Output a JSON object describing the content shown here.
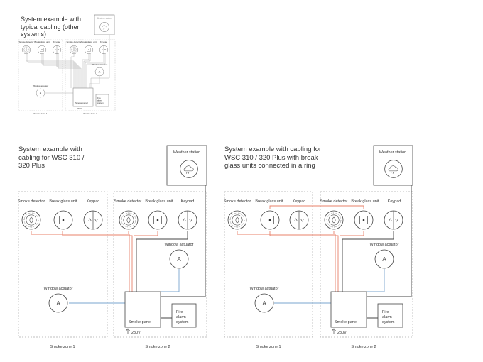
{
  "thumbnail": {
    "title": "System example with\ntypical cabling (other\nsystems)",
    "weather_station": "Weather station",
    "labels": {
      "smoke_detector": "Smoke detector",
      "break_glass_unit": "Break glass unit",
      "keypad": "Keypad",
      "window_actuator": "Window actuator",
      "smoke_panel": "Smoke panel",
      "fire_alarm_system": "Fire\nalarm\nsystem",
      "voltage": "230V",
      "zone1": "Smoke zone 1",
      "zone2": "Smoke zone 2"
    }
  },
  "diagram_left": {
    "title": "System example with\ncabling for WSC 310 /\n320 Plus",
    "weather_station": "Weather station",
    "zone1": {
      "label": "Smoke zone 1",
      "smoke_detector": "Smoke detector",
      "break_glass_unit": "Break glass unit",
      "keypad": "Keypad",
      "window_actuator": "Window actuator",
      "actuator_letter": "A"
    },
    "zone2": {
      "label": "Smoke zone 2",
      "smoke_detector": "Smoke detector",
      "break_glass_unit": "Break glass unit",
      "keypad": "Keypad",
      "window_actuator": "Window actuator",
      "actuator_letter": "A"
    },
    "smoke_panel": "Smoke panel",
    "fire_alarm_system": [
      "Fire",
      "alarm",
      "system"
    ],
    "voltage": "230V"
  },
  "diagram_right": {
    "title": "System example with cabling for\nWSC 310 / 320 Plus with break\nglass units connected in a ring",
    "weather_station": "Weather station",
    "zone1": {
      "label": "Smoke zone 1",
      "smoke_detector": "Smoke detector",
      "break_glass_unit": "Break glass unit",
      "keypad": "Keypad",
      "window_actuator": "Window actuator",
      "actuator_letter": "A"
    },
    "zone2": {
      "label": "Smoke zone 2",
      "smoke_detector": "Smoke detector",
      "break_glass_unit": "Break glass unit",
      "keypad": "Keypad",
      "window_actuator": "Window actuator",
      "actuator_letter": "A"
    },
    "smoke_panel": "Smoke panel",
    "fire_alarm_system": [
      "Fire",
      "alarm",
      "system"
    ],
    "voltage": "230V"
  },
  "colors": {
    "line_dark": "#444444",
    "line_red": "#e8806a",
    "line_blue": "#7aa6cf",
    "zone_dash": "#aaaaaa"
  }
}
